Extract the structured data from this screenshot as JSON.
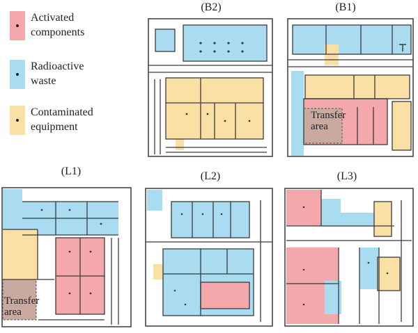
{
  "legend": {
    "items": [
      {
        "id": "activated",
        "line1": "Activated",
        "line2": "components",
        "color": "#f5a8ab"
      },
      {
        "id": "radioactive",
        "line1": "Radioactive",
        "line2": "waste",
        "color": "#a9dcf0"
      },
      {
        "id": "contaminated",
        "line1": "Contaminated",
        "line2": "equipment",
        "color": "#fbe0a6"
      }
    ]
  },
  "plans": {
    "b2": {
      "title": "(B2)"
    },
    "b1": {
      "title": "(B1)",
      "transfer_line1": "Transfer",
      "transfer_line2": "area"
    },
    "l1": {
      "title": "(L1)",
      "transfer_line1": "Transfer",
      "transfer_line2": "area"
    },
    "l2": {
      "title": "(L2)"
    },
    "l3": {
      "title": "(L3)"
    }
  },
  "colors": {
    "activated": "#f5a8ab",
    "radioactive": "#a9dcf0",
    "contaminated": "#fbe0a6",
    "transfer": "#c9a9a0",
    "wall": "#3a3a3a"
  }
}
